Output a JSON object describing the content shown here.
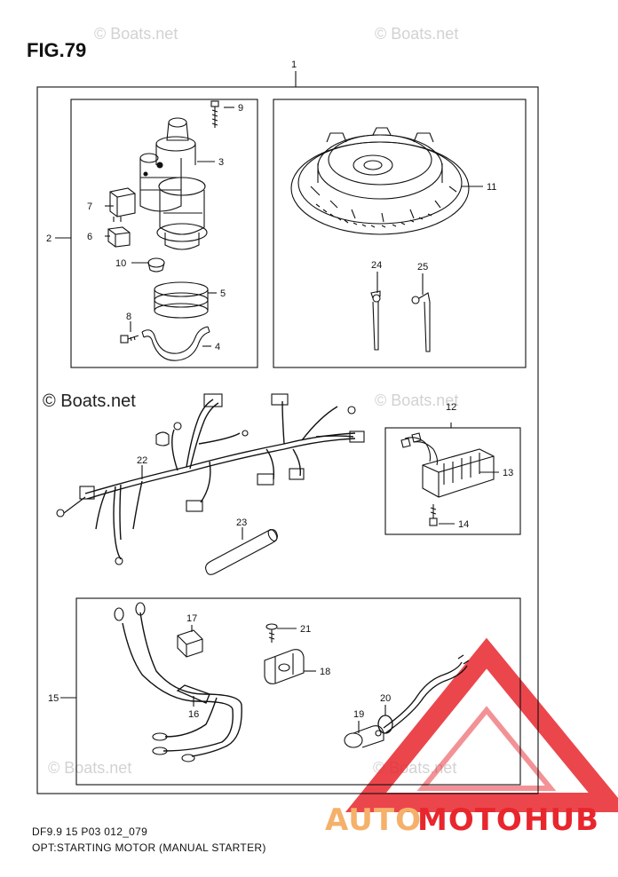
{
  "figure": {
    "title": "FIG.79"
  },
  "watermarks": {
    "top_left": "© Boats.net",
    "top_right": "© Boats.net",
    "mid_left": "© Boats.net",
    "mid_right": "© Boats.net",
    "bottom_left": "© Boats.net",
    "bottom_right": "© Boats.net"
  },
  "callouts": {
    "c1": "1",
    "c2": "2",
    "c3": "3",
    "c4": "4",
    "c5": "5",
    "c6": "6",
    "c7": "7",
    "c8": "8",
    "c9": "9",
    "c10": "10",
    "c11": "11",
    "c12": "12",
    "c13": "13",
    "c14": "14",
    "c15": "15",
    "c16": "16",
    "c17": "17",
    "c18": "18",
    "c19": "19",
    "c20": "20",
    "c21": "21",
    "c22": "22",
    "c23": "23",
    "c24": "24",
    "c25": "25"
  },
  "footer": {
    "code": "DF9.9 15 P03 012_079",
    "caption": "OPT:STARTING MOTOR (MANUAL STARTER)"
  },
  "logo": {
    "part1": "AUTO",
    "part2": "MOTO",
    "part3": "HUB",
    "color_auto": "#f5b16a",
    "color_moto": "#e8262d",
    "color_hub": "#e8262d"
  },
  "colors": {
    "line": "#111111",
    "watermark": "#d2d2d2"
  }
}
